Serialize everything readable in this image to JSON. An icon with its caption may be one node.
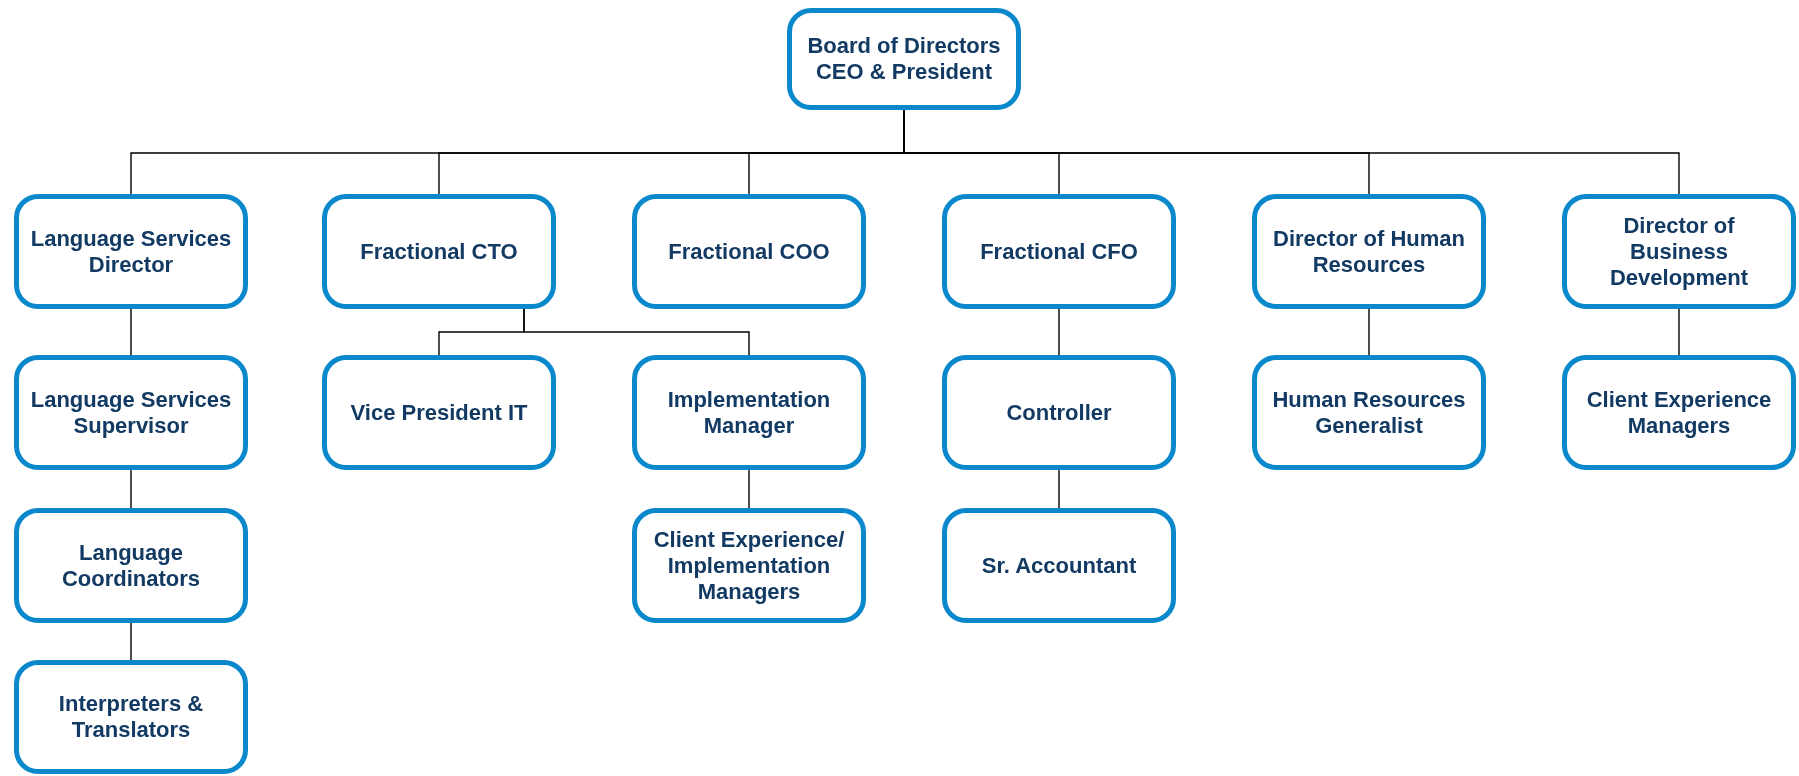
{
  "diagram": {
    "nodes": [
      {
        "text": [
          "Board of Directors",
          "CEO & President"
        ]
      },
      {
        "text": [
          "Language Services Director"
        ]
      },
      {
        "text": [
          "Fractional CTO"
        ]
      },
      {
        "text": [
          "Fractional COO"
        ]
      },
      {
        "text": [
          "Fractional CFO"
        ]
      },
      {
        "text": [
          "Director of Human Resources"
        ]
      },
      {
        "text": [
          "Director of Business Development"
        ]
      },
      {
        "text": [
          "Language Services Supervisor"
        ]
      },
      {
        "text": [
          "Vice President IT"
        ]
      },
      {
        "text": [
          "Implementation Manager"
        ]
      },
      {
        "text": [
          "Controller"
        ]
      },
      {
        "text": [
          "Human Resources Generalist"
        ]
      },
      {
        "text": [
          "Client Experience Managers"
        ]
      },
      {
        "text": [
          "Language Coordinators"
        ]
      },
      {
        "text": [
          "Client Experience/ Implementation Managers"
        ]
      },
      {
        "text": [
          "Sr. Accountant"
        ]
      },
      {
        "text": [
          "Interpreters & Translators"
        ]
      }
    ],
    "edges": [
      {
        "from": 0,
        "to": 1,
        "arrow": "none"
      },
      {
        "from": 0,
        "to": 2,
        "arrow": "none"
      },
      {
        "from": 0,
        "to": 3,
        "arrow": "none"
      },
      {
        "from": 0,
        "to": 4,
        "arrow": "none"
      },
      {
        "from": 0,
        "to": 5,
        "arrow": "none"
      },
      {
        "from": 0,
        "to": 6,
        "arrow": "none"
      },
      {
        "from": 1,
        "to": 7,
        "arrow": "none"
      },
      {
        "from": 2,
        "to": 8,
        "arrow": "none"
      },
      {
        "from": 2,
        "to": 9,
        "arrow": "none"
      },
      {
        "from": 4,
        "to": 10,
        "arrow": "none"
      },
      {
        "from": 5,
        "to": 11,
        "arrow": "none"
      },
      {
        "from": 6,
        "to": 12,
        "arrow": "none"
      },
      {
        "from": 7,
        "to": 13,
        "arrow": "none"
      },
      {
        "from": 9,
        "to": 14,
        "arrow": "none"
      },
      {
        "from": 10,
        "to": 15,
        "arrow": "none"
      },
      {
        "from": 13,
        "to": 16,
        "arrow": "none"
      }
    ]
  }
}
